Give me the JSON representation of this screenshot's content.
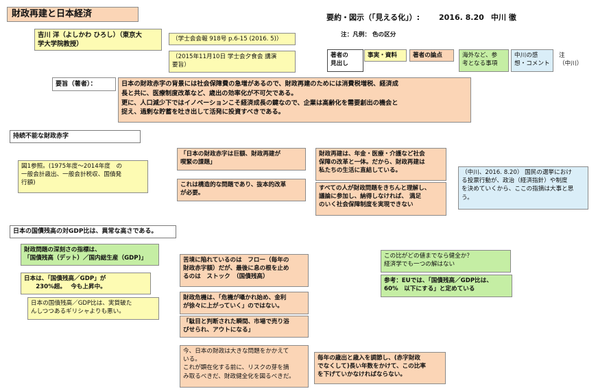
{
  "title": "財政再建と日本経済",
  "header": {
    "summary": "要約・図示（「見える化」）:",
    "date": "2016. 8.20",
    "author": "中川 徹",
    "legend_note": "注：凡例： 色の区分"
  },
  "legend": {
    "heading": "著者の\n見出し",
    "facts": "事実・資料",
    "points": "著者の論点",
    "overseas": "海外など、参\n考となる事項",
    "comment": "中川の感\n想・コメント",
    "note": "注\n（中川）"
  },
  "author_info": "吉川 洋（よしかわ ひろし）（東京大\n学大学院教授）",
  "source1": "（学士会会報 918号 p.6-15 (2016. 5)）",
  "source2": "（2015年11月10日 学士会夕食会 講演\n要旨）",
  "summary": {
    "label": "要旨（著者）：",
    "text": "日本の財政赤字の背景には社会保障費の急増があるので、財政再建のためには消費税増税、経済成\n長と共に、医療制度改革など、歳出の効率化が不可欠である。\n更に、人口減少下ではイノベーションこそ経済成長の鍵なので、企業は高齢化を需要創出の機会と\n捉え、過剰な貯蓄を吐き出して活発に投資すべきである。"
  },
  "section1": {
    "heading": "持続不能な財政赤字",
    "fig_ref": "図1参照。(1975年度～2014年度　の\n一般会計歳出、一般会計税収、国債発\n行額)",
    "point1": "「日本の財政赤字は巨額、財政再建が\n喫緊の課題」",
    "point2": "これは構造的な問題であり、抜本的改革\nが必要。",
    "point3": "財政再建は、年金・医療・介護など社会\n保障の改革と一体。だから、財政再建は\n私たちの生活に直結している。",
    "point4": "すべての人が財政問題をきちんと理解し、\n議論に参加し、納得しなければ、 満足\nのいく社会保障制度を実現できない",
    "comment": "（中川、2016. 8.20） 国民の選挙におけ\nる投票行動が、政治（経済指針）や制度\nを決めていくから、ここの指摘は大事と思\nう。"
  },
  "section2": {
    "heading": "日本の国債残高の対GDP比は、異常な高さである。",
    "indicator": "財政問題の深刻さの指標は、\n「国債残高（デット）／国内総生産（GDP)」",
    "japan_ratio": "日本は、「国債残高／GDP」が\n　　230%超。　 今も上昇中。",
    "vs_greece": "日本の国債残高／GDP比は、実質破た\nんしつつあるギリシャよりも悪い。",
    "crisis1": "苦境に陥れているのは　フロー（毎年の\n財政赤字額）だが、最後に息の根を止め\nるのは　ストック　（国債残高）",
    "crisis2": "財政危機は、「危機が囁かれ始め、金利\nが徐々に上がっていく」のではない。",
    "crisis3": "「駄目と判断された瞬間、市場で売り浴\nびせられ、アウトになる」",
    "now": "今、日本の財政は大きな問題をかかえて\nいる。\nこれが顕在化する前に、リスクの芽を摘\nみ取るべきだ、財政健全化を図るべきだ。",
    "balance": "毎年の歳出と歳入を調節し、(赤字財政\nでなくして)長い年数をかけて、この比率\nを下げていかなければならない。",
    "question": "この比がどの値までなら健全か？\n経済学でも一つの解はない",
    "eu_ref": "参考：EUでは、「国債残高／GDP比は、\n60%　以下にする」と定めている"
  }
}
